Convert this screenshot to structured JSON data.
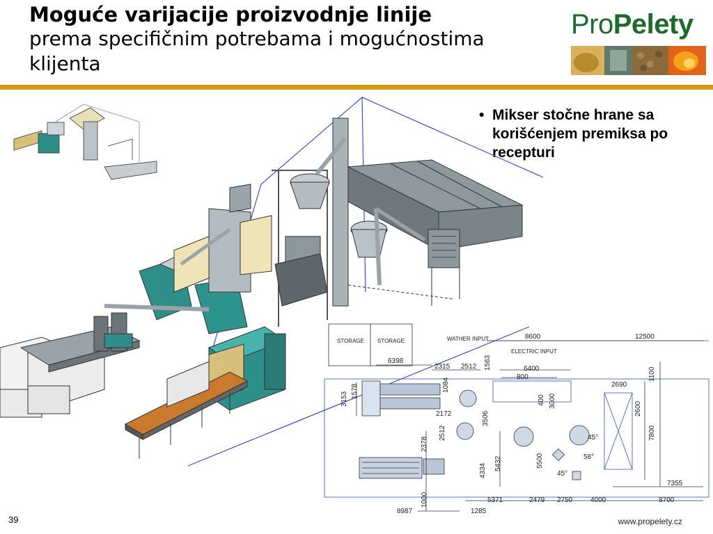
{
  "slide": {
    "title_bold": "Moguće varijacije proizvodnje linije",
    "title_normal": "prema specifičnim potrebama i mogućnostima klijenta",
    "page_number": "39",
    "website": "www.propelety.cz",
    "accent_color": "#d59a12"
  },
  "logo": {
    "part1": "Pro",
    "part2": "Pelety",
    "color": "#1d6a2c"
  },
  "bullets": [
    "Mikser stočne hrane sa korišćenjem premiksa po recepturi"
  ],
  "plan": {
    "labels": {
      "storage_1": "STORAGE",
      "storage_2": "STORAGE",
      "wather_input": "WATHER INPUT",
      "electric_input": "ELECTRIC INPUT"
    },
    "dimensions": [
      "8600",
      "12500",
      "6398",
      "2315",
      "2512",
      "1563",
      "6400",
      "800",
      "1084",
      "3153",
      "1578",
      "400",
      "3000",
      "2690",
      "1100",
      "2600",
      "7800",
      "2172",
      "3506",
      "2512",
      "2378",
      "4334",
      "5432",
      "5500",
      "1000",
      "8987",
      "1285",
      "5371",
      "2479",
      "2750",
      "4000",
      "8700",
      "7355",
      "45°",
      "58°",
      "45°"
    ]
  }
}
